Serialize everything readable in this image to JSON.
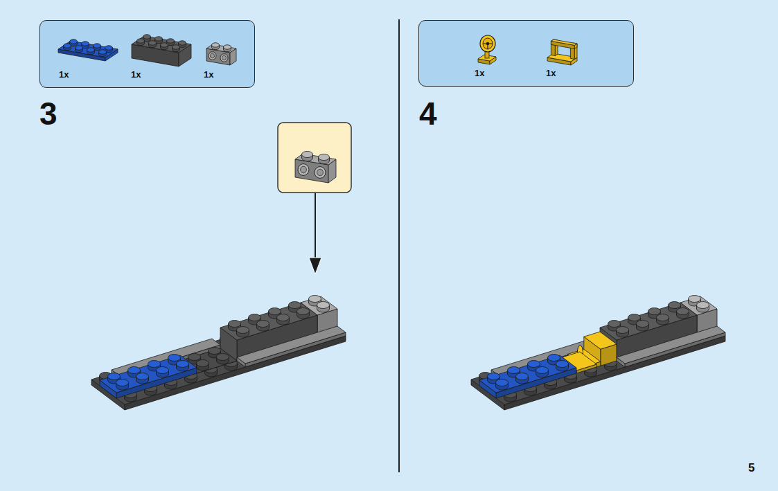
{
  "diagram": {
    "nodes": [
      {
        "text": [
          "1x",
          "1x",
          "1x"
        ]
      },
      {
        "text": [
          "1x",
          "1x"
        ]
      }
    ],
    "labels": [
      "3",
      "4",
      "5"
    ]
  }
}
